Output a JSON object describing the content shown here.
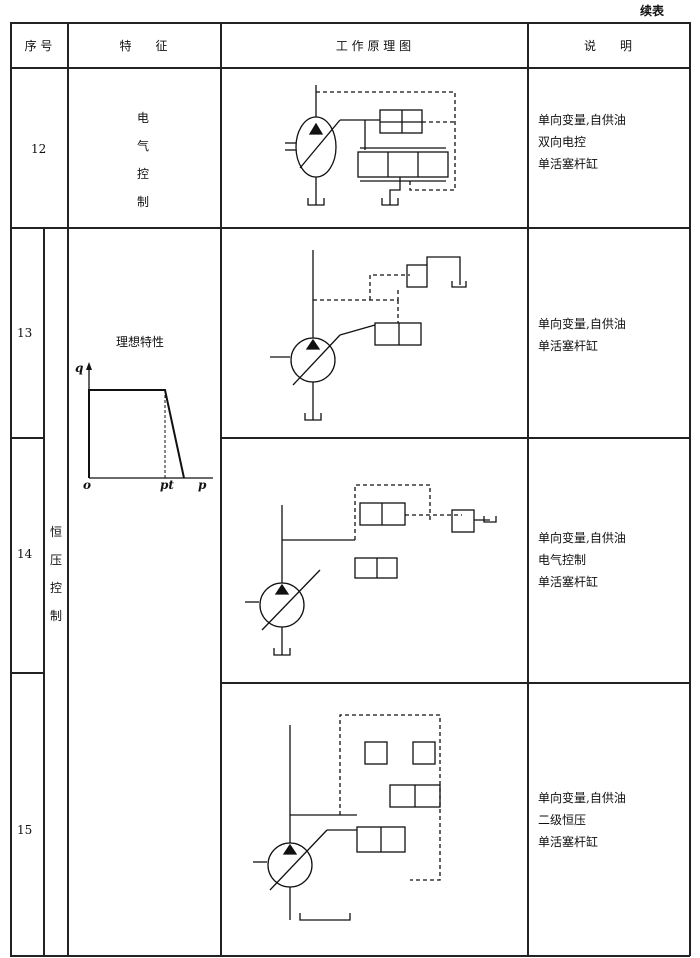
{
  "caption": "续表",
  "header": {
    "no": "序 号",
    "feature": "特　　征",
    "diagram": "工 作 原 理 图",
    "description": "说　　明"
  },
  "group_label": [
    "恒",
    "压",
    "控",
    "制"
  ],
  "rows": [
    {
      "no": "12",
      "feature": [
        "电",
        "气",
        "控",
        "制"
      ],
      "description": [
        "单向变量,自供油",
        "双向电控",
        "单活塞杆缸"
      ]
    },
    {
      "no": "13",
      "feature_title": "理想特性",
      "description": [
        "单向变量,自供油",
        "单活塞杆缸"
      ]
    },
    {
      "no": "14",
      "description": [
        "单向变量,自供油",
        "电气控制",
        "单活塞杆缸"
      ]
    },
    {
      "no": "15",
      "description": [
        "单向变量,自供油",
        "二级恒压",
        "单活塞杆缸"
      ]
    }
  ],
  "chart_data": {
    "type": "line",
    "title": "理想特性",
    "xlabel": "p",
    "ylabel": "q",
    "origin_label": "o",
    "xtick_label": "pt",
    "series": [
      {
        "name": "q-p",
        "points": [
          [
            0,
            1
          ],
          [
            0.8,
            1
          ],
          [
            1,
            0
          ]
        ]
      }
    ]
  }
}
